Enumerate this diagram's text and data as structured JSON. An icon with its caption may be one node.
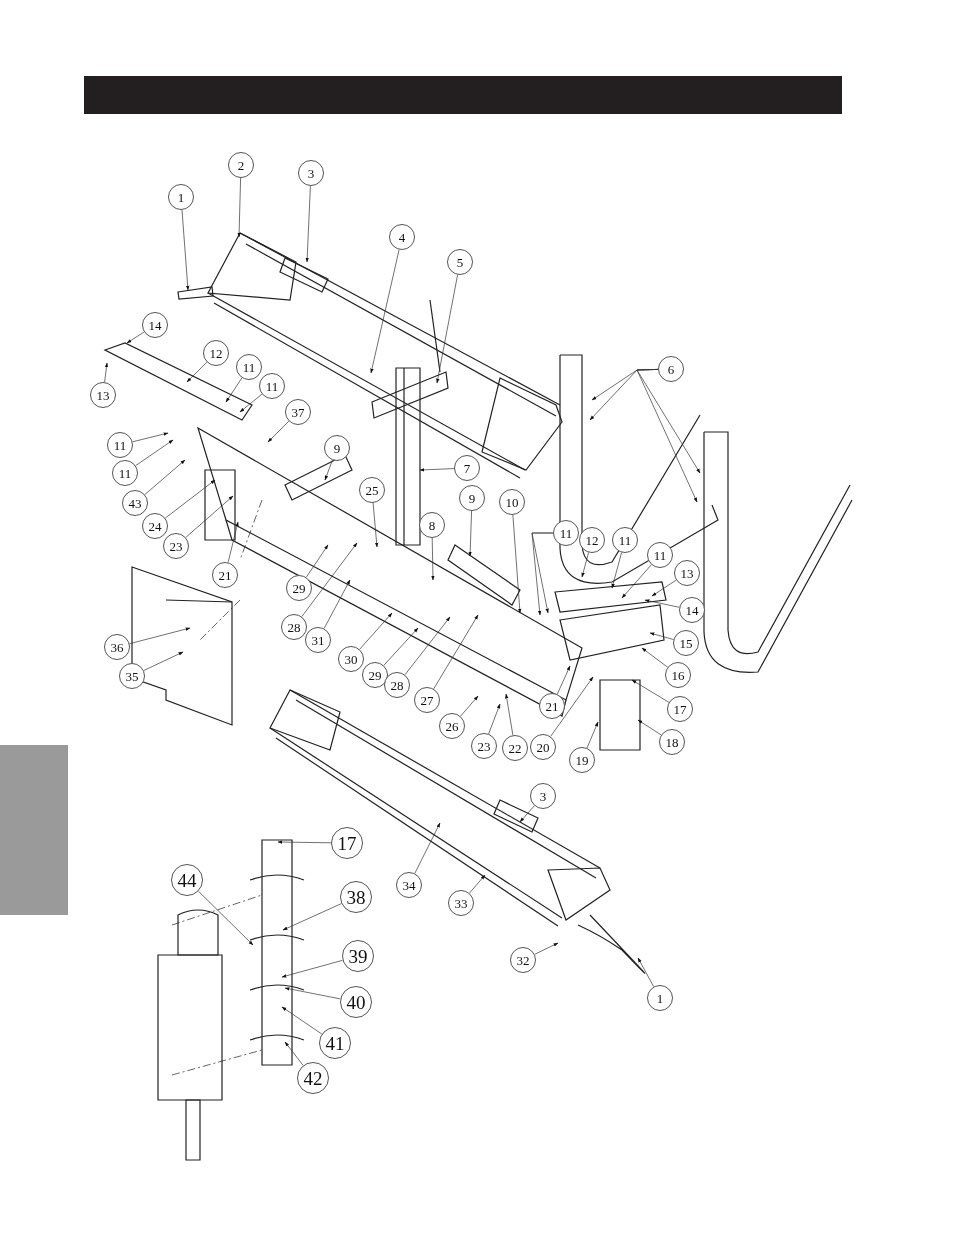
{
  "diagram": {
    "nodes": [
      {
        "text": [
          "2"
        ]
      },
      {
        "text": [
          "3"
        ]
      },
      {
        "text": [
          "1"
        ]
      },
      {
        "text": [
          "4"
        ]
      },
      {
        "text": [
          "5"
        ]
      },
      {
        "text": [
          "14"
        ]
      },
      {
        "text": [
          "12"
        ]
      },
      {
        "text": [
          "11"
        ]
      },
      {
        "text": [
          "6"
        ]
      },
      {
        "text": [
          "11"
        ]
      },
      {
        "text": [
          "13"
        ]
      },
      {
        "text": [
          "37"
        ]
      },
      {
        "text": [
          "11"
        ]
      },
      {
        "text": [
          "9"
        ]
      },
      {
        "text": [
          "7"
        ]
      },
      {
        "text": [
          "11"
        ]
      },
      {
        "text": [
          "25"
        ]
      },
      {
        "text": [
          "9"
        ]
      },
      {
        "text": [
          "10"
        ]
      },
      {
        "text": [
          "43"
        ]
      },
      {
        "text": [
          "8"
        ]
      },
      {
        "text": [
          "24"
        ]
      },
      {
        "text": [
          "11"
        ]
      },
      {
        "text": [
          "12"
        ]
      },
      {
        "text": [
          "23"
        ]
      },
      {
        "text": [
          "11"
        ]
      },
      {
        "text": [
          "11"
        ]
      },
      {
        "text": [
          "13"
        ]
      },
      {
        "text": [
          "21"
        ]
      },
      {
        "text": [
          "29"
        ]
      },
      {
        "text": [
          "14"
        ]
      },
      {
        "text": [
          "28"
        ]
      },
      {
        "text": [
          "31"
        ]
      },
      {
        "text": [
          "15"
        ]
      },
      {
        "text": [
          "36"
        ]
      },
      {
        "text": [
          "30"
        ]
      },
      {
        "text": [
          "16"
        ]
      },
      {
        "text": [
          "29"
        ]
      },
      {
        "text": [
          "35"
        ]
      },
      {
        "text": [
          "28"
        ]
      },
      {
        "text": [
          "27"
        ]
      },
      {
        "text": [
          "17"
        ]
      },
      {
        "text": [
          "21"
        ]
      },
      {
        "text": [
          "26"
        ]
      },
      {
        "text": [
          "23"
        ]
      },
      {
        "text": [
          "22"
        ]
      },
      {
        "text": [
          "18"
        ]
      },
      {
        "text": [
          "20"
        ]
      },
      {
        "text": [
          "19"
        ]
      },
      {
        "text": [
          "3"
        ]
      },
      {
        "text": [
          "17"
        ]
      },
      {
        "text": [
          "44"
        ]
      },
      {
        "text": [
          "34"
        ]
      },
      {
        "text": [
          "38"
        ]
      },
      {
        "text": [
          "33"
        ]
      },
      {
        "text": [
          "39"
        ]
      },
      {
        "text": [
          "32"
        ]
      },
      {
        "text": [
          "1"
        ]
      },
      {
        "text": [
          "40"
        ]
      },
      {
        "text": [
          "41"
        ]
      },
      {
        "text": [
          "42"
        ]
      },
      {
        "text": [],
        "shape": "box"
      }
    ],
    "edges": [
      {
        "from": 0,
        "to": null,
        "arrow": "to"
      },
      {
        "from": 1,
        "to": null,
        "arrow": "to"
      },
      {
        "from": 2,
        "to": null,
        "arrow": "to"
      },
      {
        "from": 3,
        "to": null,
        "arrow": "to"
      },
      {
        "from": 4,
        "to": null,
        "arrow": "to"
      },
      {
        "from": 5,
        "to": null,
        "arrow": "to"
      },
      {
        "from": 6,
        "to": null,
        "arrow": "to"
      },
      {
        "from": 7,
        "to": null,
        "arrow": "to"
      },
      {
        "from": 8,
        "to": null,
        "arrow": "to"
      },
      {
        "from": 8,
        "to": null,
        "arrow": "to"
      },
      {
        "from": 8,
        "to": null,
        "arrow": "to"
      },
      {
        "from": 8,
        "to": null,
        "arrow": "to"
      },
      {
        "from": 9,
        "to": null,
        "arrow": "to"
      },
      {
        "from": 10,
        "to": null,
        "arrow": "to"
      },
      {
        "from": 11,
        "to": null,
        "arrow": "to"
      },
      {
        "from": 12,
        "to": null,
        "arrow": "to"
      },
      {
        "from": 13,
        "to": null,
        "arrow": "to"
      },
      {
        "from": 14,
        "to": null,
        "arrow": "to"
      },
      {
        "from": 15,
        "to": null,
        "arrow": "to"
      },
      {
        "from": 16,
        "to": null,
        "arrow": "to"
      },
      {
        "from": 17,
        "to": null,
        "arrow": "to"
      },
      {
        "from": 18,
        "to": null,
        "arrow": "to"
      },
      {
        "from": 19,
        "to": null,
        "arrow": "to"
      },
      {
        "from": 20,
        "to": null,
        "arrow": "to"
      },
      {
        "from": 21,
        "to": null,
        "arrow": "to"
      },
      {
        "from": 22,
        "to": null,
        "arrow": "to"
      },
      {
        "from": 22,
        "to": null,
        "arrow": "to"
      },
      {
        "from": 23,
        "to": null,
        "arrow": "to"
      },
      {
        "from": 24,
        "to": null,
        "arrow": "to"
      },
      {
        "from": 25,
        "to": null,
        "arrow": "to"
      },
      {
        "from": 26,
        "to": null,
        "arrow": "to"
      },
      {
        "from": 27,
        "to": null,
        "arrow": "to"
      },
      {
        "from": 28,
        "to": null,
        "arrow": "to"
      },
      {
        "from": 29,
        "to": null,
        "arrow": "to"
      },
      {
        "from": 30,
        "to": null,
        "arrow": "to"
      },
      {
        "from": 31,
        "to": null,
        "arrow": "to"
      },
      {
        "from": 32,
        "to": null,
        "arrow": "to"
      },
      {
        "from": 33,
        "to": null,
        "arrow": "to"
      },
      {
        "from": 34,
        "to": null,
        "arrow": "to"
      },
      {
        "from": 35,
        "to": null,
        "arrow": "to"
      },
      {
        "from": 36,
        "to": null,
        "arrow": "to"
      },
      {
        "from": 37,
        "to": null,
        "arrow": "to"
      },
      {
        "from": 38,
        "to": null,
        "arrow": "to"
      },
      {
        "from": 39,
        "to": null,
        "arrow": "to"
      },
      {
        "from": 40,
        "to": null,
        "arrow": "to"
      },
      {
        "from": 41,
        "to": null,
        "arrow": "to"
      },
      {
        "from": 42,
        "to": null,
        "arrow": "to"
      },
      {
        "from": 43,
        "to": null,
        "arrow": "to"
      },
      {
        "from": 44,
        "to": null,
        "arrow": "to"
      },
      {
        "from": 45,
        "to": null,
        "arrow": "to"
      },
      {
        "from": 46,
        "to": null,
        "arrow": "to"
      },
      {
        "from": 47,
        "to": null,
        "arrow": "to"
      },
      {
        "from": 48,
        "to": null,
        "arrow": "to"
      },
      {
        "from": 49,
        "to": null,
        "arrow": "to"
      },
      {
        "from": 50,
        "to": null,
        "arrow": "to"
      },
      {
        "from": 51,
        "to": null,
        "arrow": "to"
      },
      {
        "from": 52,
        "to": null,
        "arrow": "to"
      },
      {
        "from": 53,
        "to": null,
        "arrow": "to"
      },
      {
        "from": 54,
        "to": null,
        "arrow": "to"
      },
      {
        "from": 55,
        "to": null,
        "arrow": "to"
      },
      {
        "from": 56,
        "to": null,
        "arrow": "to"
      },
      {
        "from": 57,
        "to": null,
        "arrow": "to"
      },
      {
        "from": 58,
        "to": null,
        "arrow": "to"
      },
      {
        "from": 59,
        "to": null,
        "arrow": "to"
      },
      {
        "from": 60,
        "to": null,
        "arrow": "to"
      }
    ]
  }
}
